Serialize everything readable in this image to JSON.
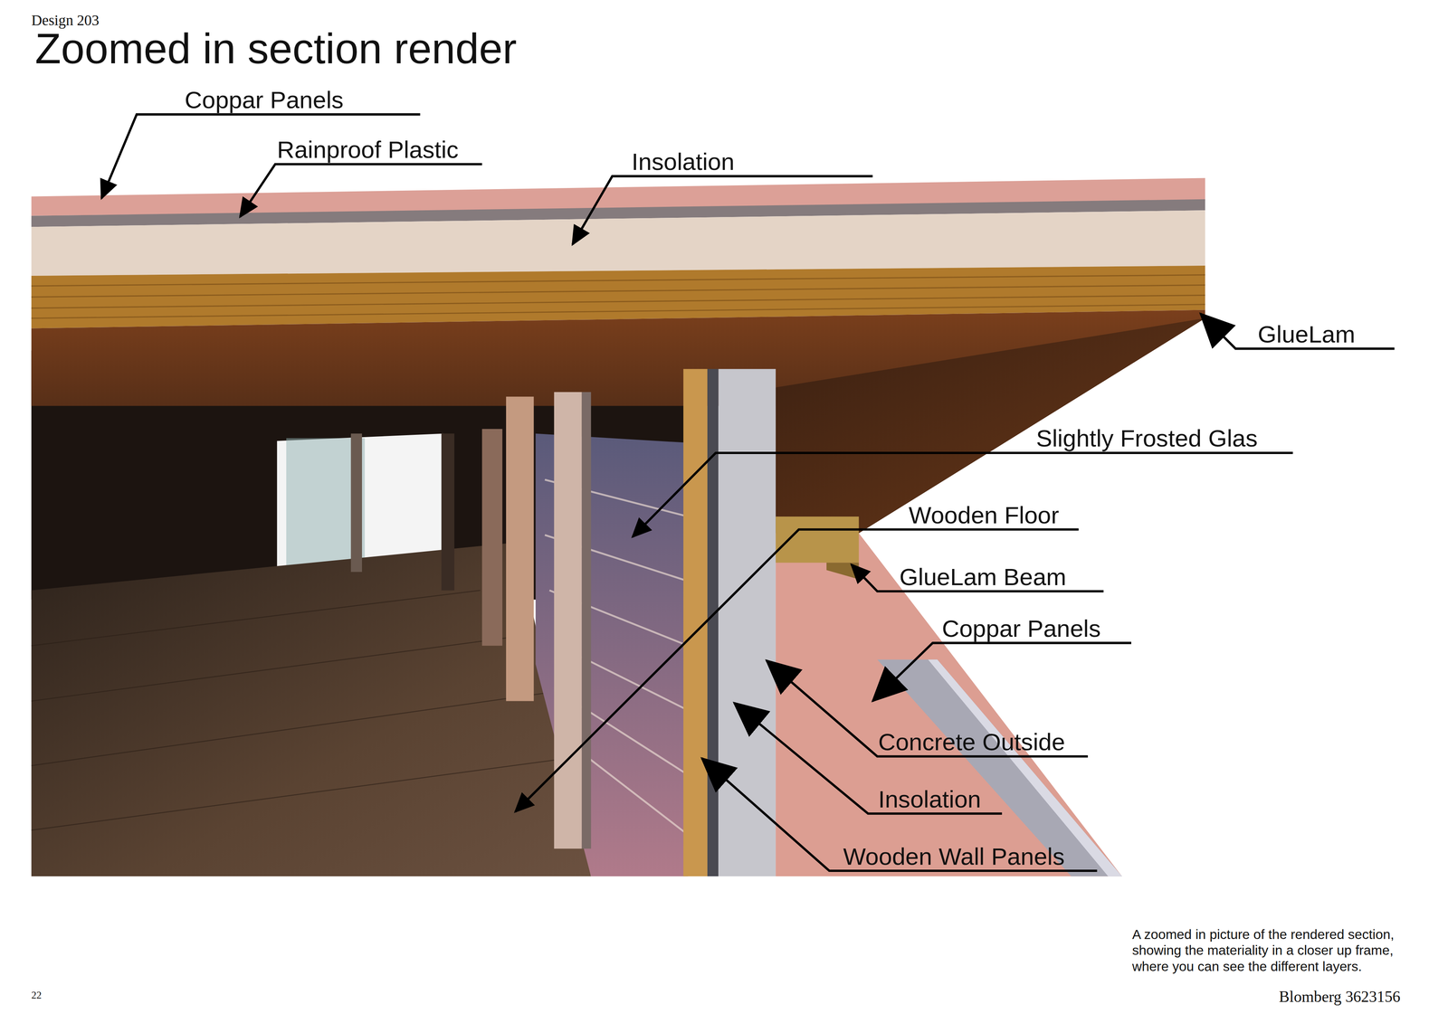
{
  "diagram": {
    "title": "Zoomed in section render",
    "caption": "A zoomed in picture of the rendered section, showing the materiality in a closer up frame, where you can see the different layers.",
    "labels": [
      "Design 203",
      "Coppar Panels",
      "Rainproof Plastic",
      "Insolation",
      "GlueLam",
      "Slightly Frosted Glas",
      "Wooden Floor",
      "GlueLam Beam",
      "Coppar Panels",
      "Concrete Outside",
      "Insolation",
      "Wooden Wall Panels",
      "22",
      "Blomberg 3623156"
    ]
  }
}
